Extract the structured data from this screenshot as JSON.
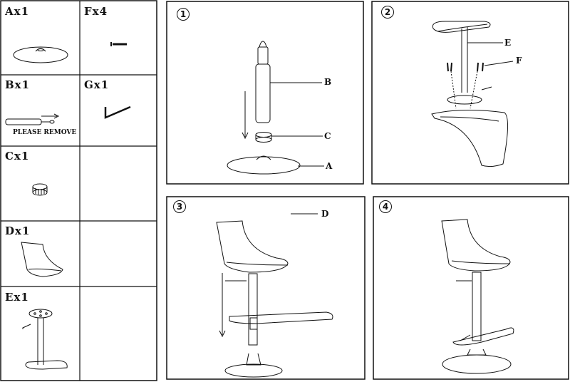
{
  "parts": [
    {
      "label": "Ax1"
    },
    {
      "label": "Fx4"
    },
    {
      "label": "Bx1",
      "note": "PLEASE REMOVE"
    },
    {
      "label": "Gx1"
    },
    {
      "label": "Cx1"
    },
    {
      "label": "Dx1"
    },
    {
      "label": "Ex1"
    }
  ],
  "steps": [
    {
      "number": "1",
      "callouts": [
        "B",
        "C",
        "A"
      ]
    },
    {
      "number": "2",
      "callouts": [
        "E",
        "F"
      ]
    },
    {
      "number": "3",
      "callouts": [
        "D"
      ]
    },
    {
      "number": "4",
      "callouts": []
    }
  ]
}
